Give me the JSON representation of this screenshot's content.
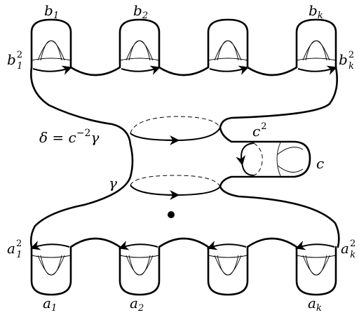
{
  "labels": {
    "b1": {
      "base": "b",
      "sub": "1"
    },
    "b2": {
      "base": "b",
      "sub": "2"
    },
    "bk": {
      "base": "b",
      "sub": "k"
    },
    "b1sq": {
      "base": "b",
      "sub": "1",
      "sup": "2"
    },
    "bksq": {
      "base": "b",
      "sub": "k",
      "sup": "2"
    },
    "a1": {
      "base": "a",
      "sub": "1"
    },
    "a2": {
      "base": "a",
      "sub": "2"
    },
    "ak": {
      "base": "a",
      "sub": "k"
    },
    "a1sq": {
      "base": "a",
      "sub": "1",
      "sup": "2"
    },
    "aksq": {
      "base": "a",
      "sub": "k",
      "sup": "2"
    },
    "c": "c",
    "csq": {
      "base": "c",
      "sup": "2"
    },
    "gamma": "γ",
    "delta": {
      "lhs": "δ = c",
      "exp": "−2",
      "rhs": "γ"
    }
  }
}
